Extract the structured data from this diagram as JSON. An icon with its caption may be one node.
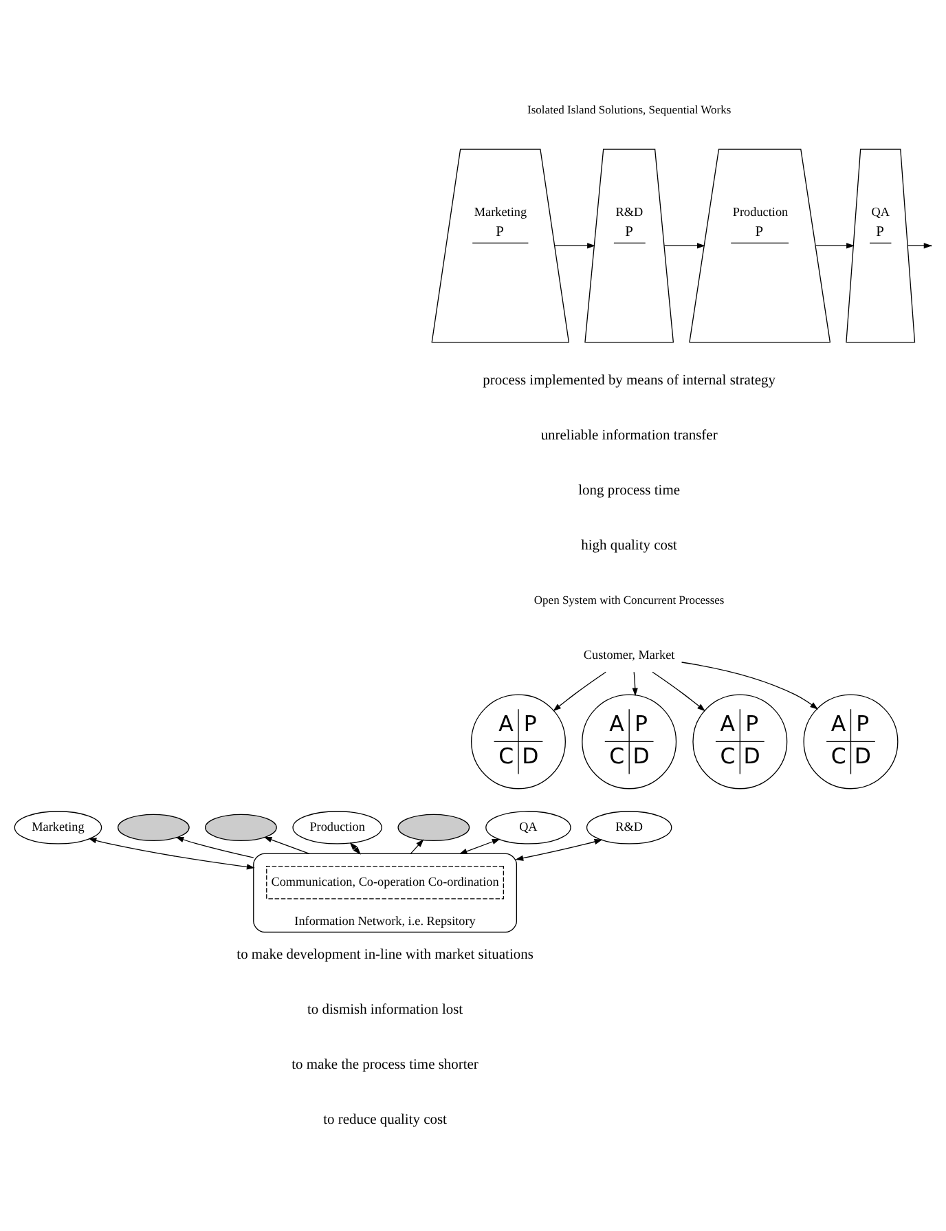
{
  "diagram": {
    "nodes": [
      {
        "text": [
          "Marketing",
          "P"
        ]
      },
      {
        "text": [
          "R&D",
          "P"
        ]
      },
      {
        "text": [
          "Production",
          "P"
        ]
      },
      {
        "text": [
          "QA",
          "P"
        ]
      },
      {
        "text": [
          "Customer, Market"
        ]
      },
      {
        "text": [
          "A",
          "P",
          "C",
          "D"
        ]
      },
      {
        "text": [
          "A",
          "P",
          "C",
          "D"
        ]
      },
      {
        "text": [
          "A",
          "P",
          "C",
          "D"
        ]
      },
      {
        "text": [
          "A",
          "P",
          "C",
          "D"
        ]
      },
      {
        "text": [
          "Marketing"
        ]
      },
      {
        "text": [],
        "shape": "ellipse"
      },
      {
        "text": [
          "R&D"
        ]
      },
      {
        "text": [],
        "shape": "ellipse"
      },
      {
        "text": [
          "Production"
        ]
      },
      {
        "text": [],
        "shape": "ellipse"
      },
      {
        "text": [
          "QA"
        ]
      },
      {
        "text": [
          "Information Network, i.e. Repsitory"
        ]
      },
      {
        "text": [
          "Communication, Co-operation Co-ordination"
        ],
        "in": 16
      }
    ],
    "edges": [
      {
        "from": 0,
        "to": 1,
        "arrow": "to"
      },
      {
        "from": 1,
        "to": 2,
        "arrow": "to"
      },
      {
        "from": 2,
        "to": 3,
        "arrow": "to"
      },
      {
        "from": 3,
        "to": null,
        "arrow": "to"
      },
      {
        "from": 4,
        "to": 5,
        "arrow": "to"
      },
      {
        "from": 4,
        "to": 6,
        "arrow": "to"
      },
      {
        "from": 4,
        "to": 7,
        "arrow": "to"
      },
      {
        "from": 4,
        "to": 8,
        "arrow": "to"
      },
      {
        "from": 16,
        "to": 9,
        "arrow": "both"
      },
      {
        "from": 16,
        "to": 10,
        "arrow": "to"
      },
      {
        "from": 16,
        "to": 11,
        "arrow": "both"
      },
      {
        "from": 16,
        "to": 12,
        "arrow": "to"
      },
      {
        "from": 16,
        "to": 13,
        "arrow": "both"
      },
      {
        "from": 16,
        "to": 14,
        "arrow": "to"
      },
      {
        "from": 16,
        "to": 15,
        "arrow": "both"
      }
    ],
    "labels": [
      "Isolated Island Solutions, Sequential Works",
      "process implemented by means of internal strategy",
      "unreliable information transfer",
      "long process time",
      "high quality cost",
      "Open System with Concurrent Processes",
      "to make development in-line with market situations",
      "to dismish information lost",
      "to make the process time shorter",
      "to reduce quality cost"
    ]
  }
}
